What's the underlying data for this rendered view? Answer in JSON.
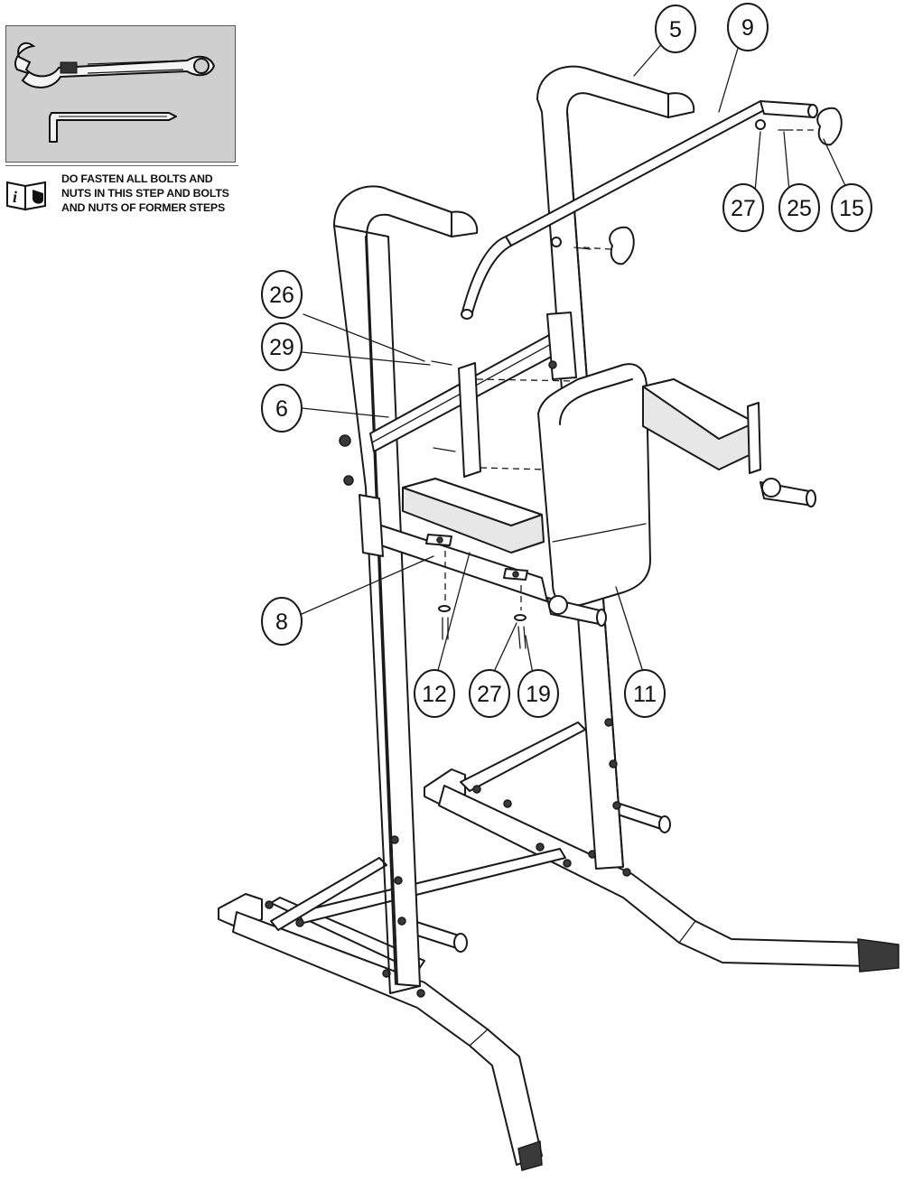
{
  "notice": {
    "lines": [
      "DO FASTEN ALL BOLTS AND",
      "NUTS IN THIS STEP AND BOLTS",
      "AND NUTS OF FORMER STEPS"
    ]
  },
  "callouts": [
    {
      "id": "5",
      "label": "5"
    },
    {
      "id": "9",
      "label": "9"
    },
    {
      "id": "27a",
      "label": "27"
    },
    {
      "id": "25",
      "label": "25"
    },
    {
      "id": "15",
      "label": "15"
    },
    {
      "id": "26",
      "label": "26"
    },
    {
      "id": "29",
      "label": "29"
    },
    {
      "id": "6",
      "label": "6"
    },
    {
      "id": "8",
      "label": "8"
    },
    {
      "id": "12",
      "label": "12"
    },
    {
      "id": "27b",
      "label": "27"
    },
    {
      "id": "19",
      "label": "19"
    },
    {
      "id": "11",
      "label": "11"
    }
  ],
  "icons": {
    "tools": [
      "wrench-icon",
      "hex-key-icon"
    ],
    "notice": "info-manual-icon"
  }
}
